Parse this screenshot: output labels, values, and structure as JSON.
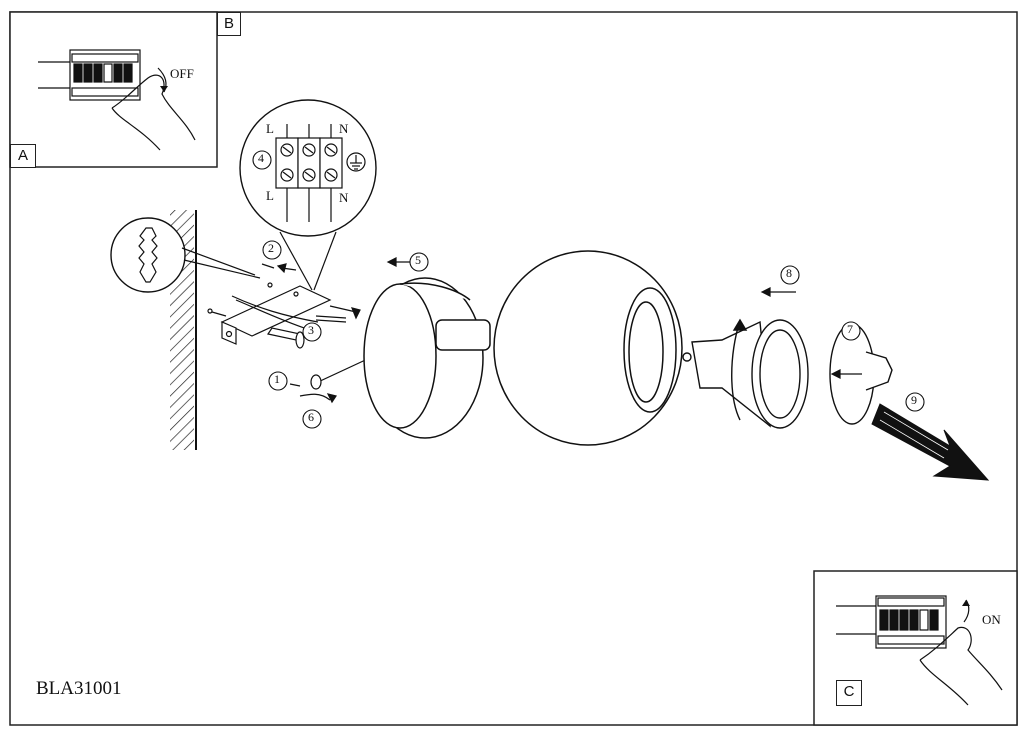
{
  "panels": {
    "a": {
      "letter": "A"
    },
    "b": {
      "letter": "B",
      "switch_text": "OFF"
    },
    "c": {
      "letter": "C",
      "switch_text": "ON"
    }
  },
  "model": "BLA31001",
  "terminal": {
    "top_left": "L",
    "top_right": "N",
    "bottom_left": "L",
    "bottom_right": "N",
    "step": "4"
  },
  "steps": [
    "1",
    "2",
    "3",
    "5",
    "6",
    "7",
    "8",
    "9"
  ]
}
